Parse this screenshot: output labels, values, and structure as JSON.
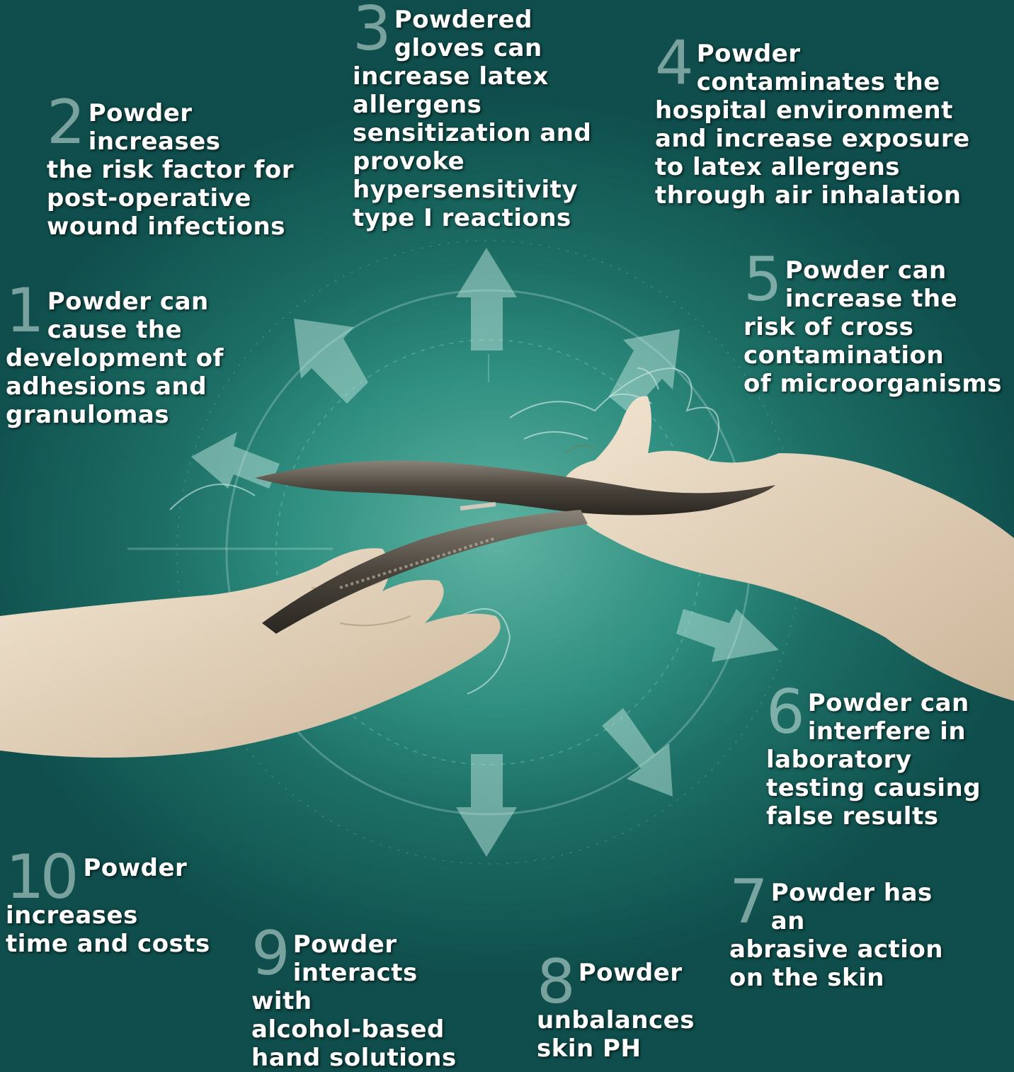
{
  "colors": {
    "background": "#2f8f80",
    "text": "#ffffff",
    "numeral": "#cfe6e2",
    "arrow": "#a9d6cf",
    "glove": "#e6d6c0"
  },
  "items": [
    {
      "number": "1",
      "lines": [
        "Powder can",
        "cause the",
        "development of",
        "adhesions and",
        "granulomas"
      ]
    },
    {
      "number": "2",
      "lines": [
        "Powder",
        "increases",
        "the risk factor for",
        "post-operative",
        "wound infections"
      ]
    },
    {
      "number": "3",
      "lines": [
        "Powdered",
        "gloves can",
        "increase latex",
        "allergens",
        "sensitization and",
        "provoke",
        "hypersensitivity",
        "type I reactions"
      ]
    },
    {
      "number": "4",
      "lines": [
        "Powder",
        "contaminates the",
        "hospital environment",
        "and increase exposure",
        "to latex allergens",
        "through air inhalation"
      ]
    },
    {
      "number": "5",
      "lines": [
        "Powder can",
        "increase the",
        "risk of cross",
        "contamination",
        "of microorganisms"
      ]
    },
    {
      "number": "6",
      "lines": [
        "Powder can",
        "interfere in",
        "laboratory",
        "testing causing",
        "false results"
      ]
    },
    {
      "number": "7",
      "lines": [
        "Powder has an",
        "abrasive action",
        "on the skin"
      ]
    },
    {
      "number": "8",
      "lines": [
        "Powder",
        "unbalances",
        "skin PH"
      ]
    },
    {
      "number": "9",
      "lines": [
        "Powder",
        "interacts with",
        "alcohol-based",
        "hand solutions"
      ]
    },
    {
      "number": "10",
      "lines": [
        "Powder",
        "increases",
        "time and costs"
      ]
    }
  ]
}
